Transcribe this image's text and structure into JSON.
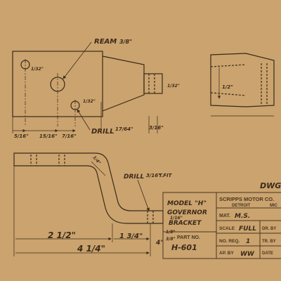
{
  "callouts": {
    "ream": "REAM",
    "ream_size": "3/8\"",
    "drill_top": "DRILL",
    "drill_top_size": "17/64\"",
    "drill_bottom": "DRILL",
    "drill_bottom_size": "3/16\"",
    "drill_bottom_fit": "T.FIT"
  },
  "dimensions": {
    "d_5_16": "5/16\"",
    "d_15_16": "15/16\"",
    "d_7_16": "7/16\"",
    "d_1_32_a": "1/32\"",
    "d_1_32_b": "1/32\"",
    "d_1_32_c": "1/32\"",
    "d_3_16": "3/16\"",
    "d_1_2": "1/2\"",
    "d_1_4": "1/4\"",
    "d_2_1_2": "2 1/2\"",
    "d_1_3_4": "1 3/4\"",
    "d_4_1_4": "4 1/4\"",
    "d_4": "4\"",
    "d_1_8": "1/8\"",
    "d_3_8": "3/8\"",
    "d_1_16": "1/16\""
  },
  "title_block": {
    "dwg_label": "DWG. #",
    "model": "MODEL \"H\"",
    "part_name_1": "GOVERNOR",
    "part_name_2": "BRACKET",
    "part_no_label": "PART NO.",
    "part_no": "H-601",
    "company": "SCRIPPS MOTOR CO.",
    "city": "DETROIT",
    "city_2": "MIC",
    "mat_label": "MAT.",
    "mat_value": "M.S.",
    "scale_label": "SCALE",
    "scale_value": "FULL",
    "no_req_label": "NO. REQ.",
    "no_req_value": "1",
    "ap_by_label": "AP. BY",
    "ap_by_value": "WW",
    "dr_by_label": "DR. BY",
    "tr_by_label": "TR. BY",
    "date_label": "DATE"
  },
  "colors": {
    "paper": "#caa36e",
    "ink": "#3b2a1a",
    "print_ink": "#4a3522"
  }
}
